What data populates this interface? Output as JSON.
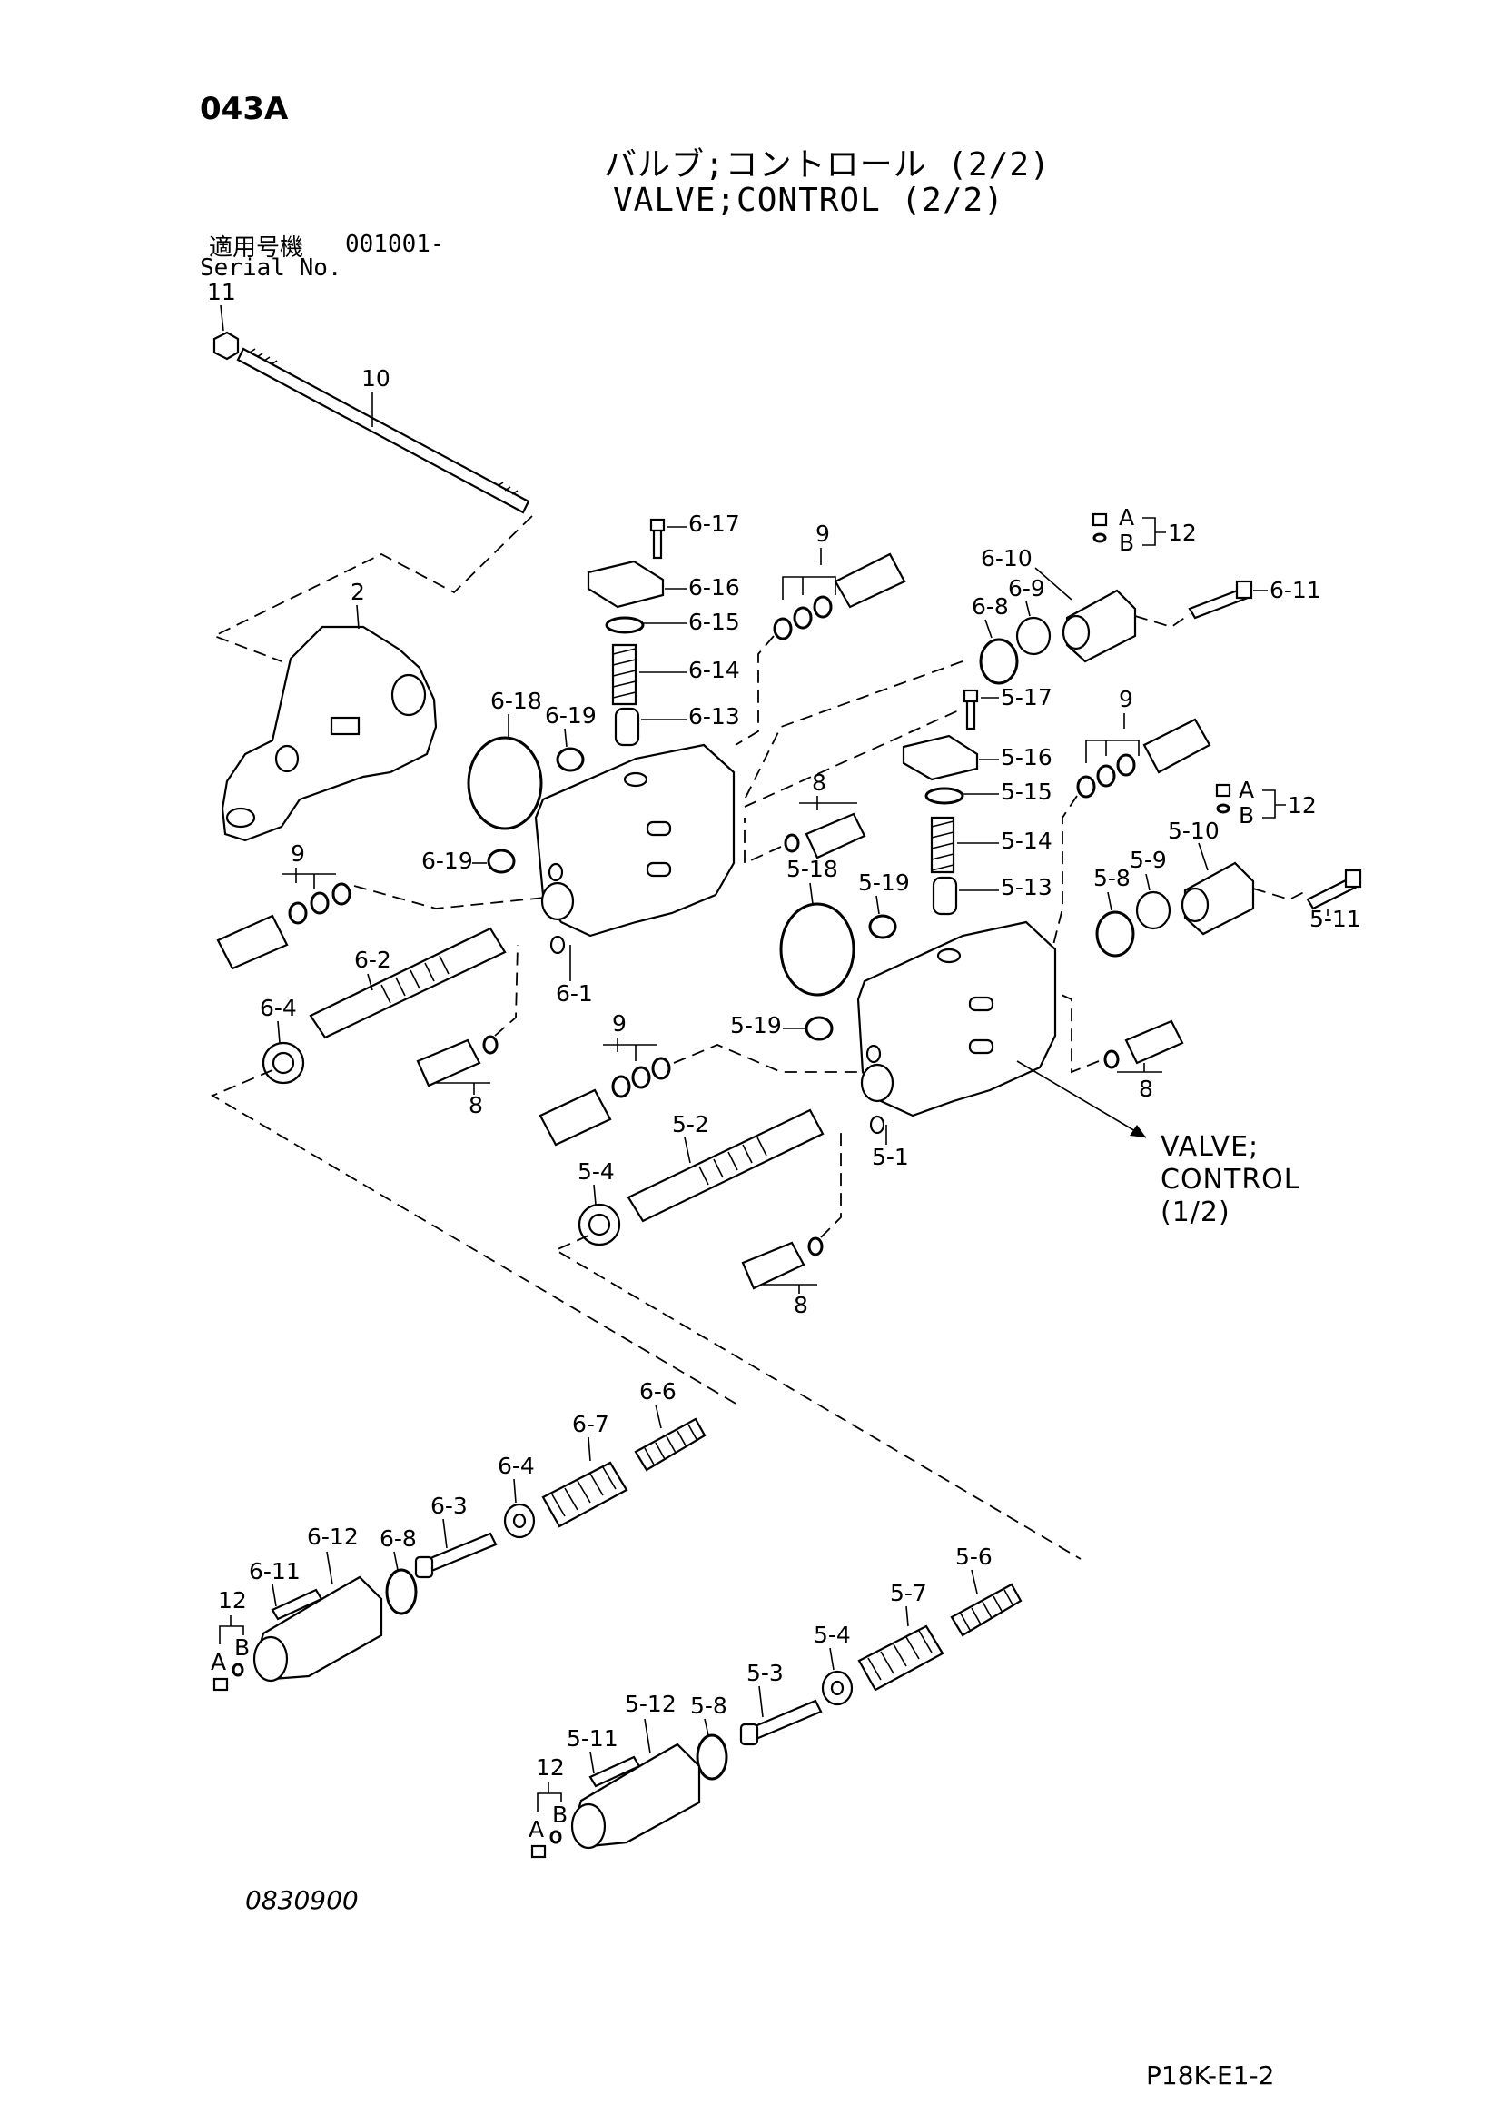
{
  "page": {
    "id": "043A",
    "title_jp": "バルブ;コントロール (2/2)",
    "title_en": "VALVE;CONTROL (2/2)",
    "serial_label_jp": "適用号機",
    "serial_value": "001001-",
    "serial_label_en": "Serial No.",
    "drawing_number": "0830900",
    "page_code": "P18K-E1-2"
  },
  "reference_note": {
    "line1": "VALVE;",
    "line2": "CONTROL",
    "line3": "(1/2)"
  },
  "callouts": {
    "c11": "11",
    "c10": "10",
    "c2": "2",
    "c6_17": "6-17",
    "c6_16": "6-16",
    "c6_15": "6-15",
    "c6_14": "6-14",
    "c6_13": "6-13",
    "c6_18": "6-18",
    "c6_19a": "6-19",
    "c6_19b": "6-19",
    "c6_1": "6-1",
    "c6_2": "6-2",
    "c6_4": "6-4",
    "c9a": "9",
    "c9b": "9",
    "c9c": "9",
    "c9d": "9",
    "c8a": "8",
    "c8b": "8",
    "c8c": "8",
    "c8d": "8",
    "c6_8": "6-8",
    "c6_9": "6-9",
    "c6_10": "6-10",
    "c6_11": "6-11",
    "c12a": "12",
    "c12b": "12",
    "c12c": "12",
    "c12d": "12",
    "cA1": "A",
    "cB1": "B",
    "cA2": "A",
    "cB2": "B",
    "cA3": "A",
    "cB3": "B",
    "cA4": "A",
    "cB4": "B",
    "c5_17": "5-17",
    "c5_16": "5-16",
    "c5_15": "5-15",
    "c5_14": "5-14",
    "c5_13": "5-13",
    "c5_18": "5-18",
    "c5_19a": "5-19",
    "c5_19b": "5-19",
    "c5_1": "5-1",
    "c5_2": "5-2",
    "c5_4a": "5-4",
    "c5_8a": "5-8",
    "c5_9": "5-9",
    "c5_10": "5-10",
    "c5_11a": "5-11",
    "c6_6": "6-6",
    "c6_7": "6-7",
    "c6_4b": "6-4",
    "c6_3": "6-3",
    "c6_12": "6-12",
    "c6_8b": "6-8",
    "c6_11b": "6-11",
    "c5_6": "5-6",
    "c5_7": "5-7",
    "c5_4b": "5-4",
    "c5_3": "5-3",
    "c5_12": "5-12",
    "c5_8b": "5-8",
    "c5_11b": "5-11"
  }
}
